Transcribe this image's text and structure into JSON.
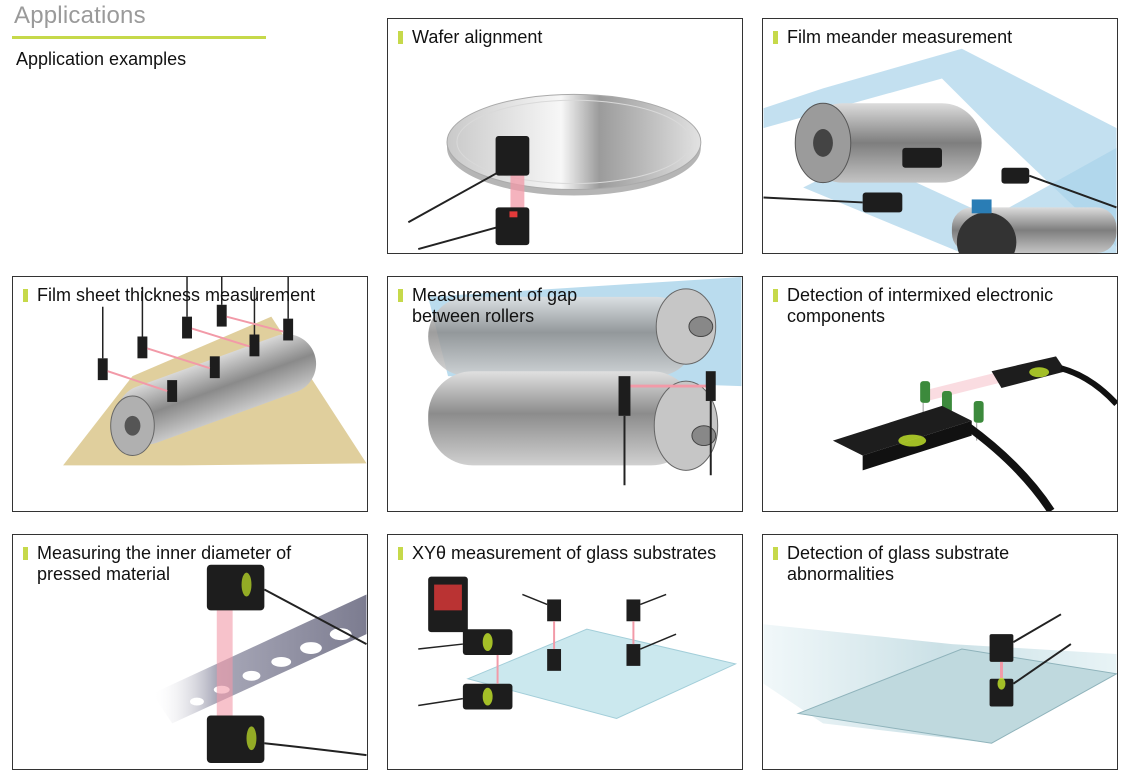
{
  "header": {
    "title": "Applications",
    "subtitle": "Application examples"
  },
  "colors": {
    "accent": "#c6d94a",
    "beam": "#f29aa8",
    "film_blue": "#a9d3ea",
    "film_gold": "#d8c384",
    "glass": "#bfe3ea"
  },
  "applications": [
    {
      "title": "Wafer alignment"
    },
    {
      "title": "Film meander measurement"
    },
    {
      "title": "Film sheet thickness measurement"
    },
    {
      "title": "Measurement of gap between rollers"
    },
    {
      "title": "Detection of intermixed electronic components"
    },
    {
      "title": "Measuring the inner diameter of pressed material"
    },
    {
      "title": "XYθ measurement of glass substrates"
    },
    {
      "title": "Detection of glass substrate abnormalities"
    }
  ]
}
